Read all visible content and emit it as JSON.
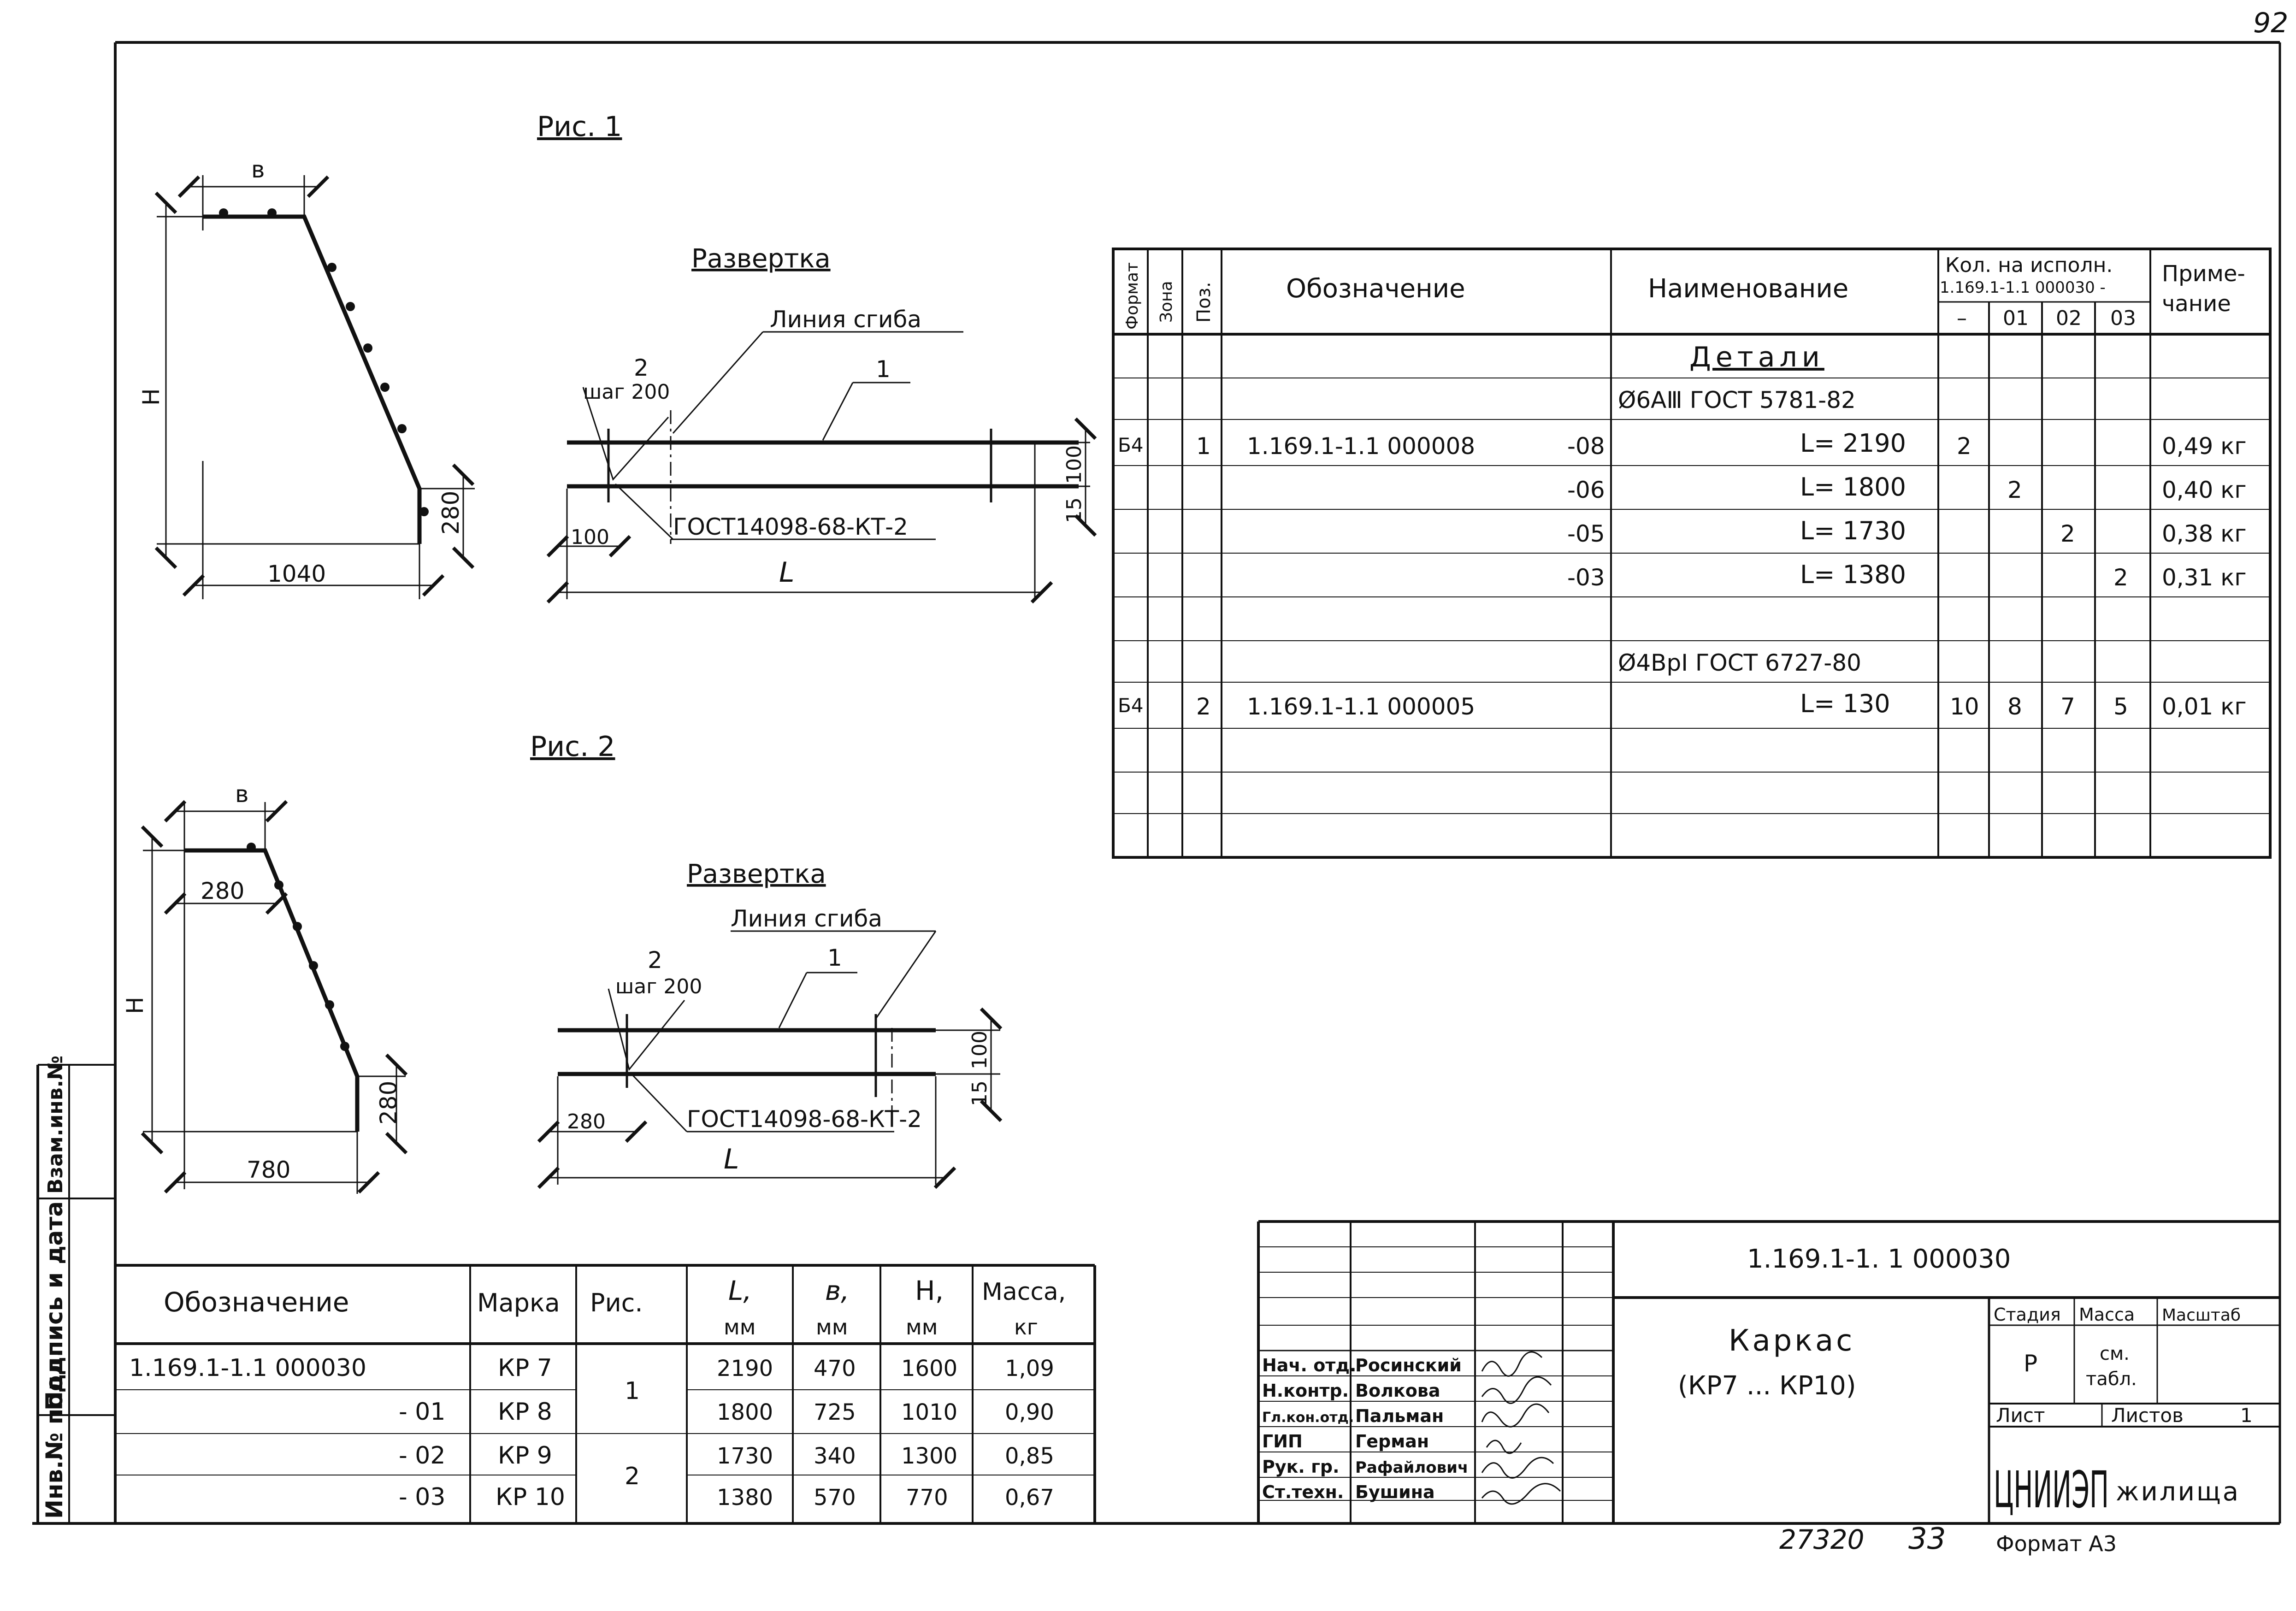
{
  "page_number": "92",
  "fig1": {
    "title": "Рис. 1",
    "dim_b": "в",
    "dim_H": "Н",
    "dim_1040": "1040",
    "dim_280": "280",
    "unfold_title": "Развертка",
    "bend_line": "Линия сгиба",
    "pos2": "2",
    "step": "шаг 200",
    "pos1": "1",
    "dim_100_left": "100",
    "dim_100_right": "100",
    "dim_15": "15",
    "gost": "ГОСТ14098-68-КТ-2",
    "dim_L": "L"
  },
  "fig2": {
    "title": "Рис. 2",
    "dim_b": "в",
    "dim_H": "Н",
    "dim_280_top": "280",
    "dim_780": "780",
    "dim_280_right": "280",
    "unfold_title": "Развертка",
    "bend_line": "Линия сгиба",
    "pos2": "2",
    "step": "шаг 200",
    "pos1": "1",
    "dim_280_left": "280",
    "dim_100_right": "100",
    "dim_15": "15",
    "gost": "ГОСТ14098-68-КТ-2",
    "dim_L": "L"
  },
  "spec": {
    "headers": {
      "format": "Формат",
      "zone": "Зона",
      "pos": "Поз.",
      "designation": "Обозначение",
      "name": "Наименование",
      "qty_line1": "Кол. на исполн.",
      "qty_line2": "1.169.1-1.1 000030 -",
      "qty_cols": [
        "–",
        "01",
        "02",
        "03"
      ],
      "note_line1": "Приме-",
      "note_line2": "чание"
    },
    "section_title": "Детали",
    "material1": "Ø6АⅢ ГОСТ 5781-82",
    "material2": "Ø4ВрI ГОСТ 6727-80",
    "rows": [
      {
        "format": "Б4",
        "pos": "1",
        "designation": "1.169.1-1.1 000008",
        "suffix": "-08",
        "name": "L= 2190",
        "q0": "2",
        "q1": "",
        "q2": "",
        "q3": "",
        "note": "0,49 кг"
      },
      {
        "format": "",
        "pos": "",
        "designation": "",
        "suffix": "-06",
        "name": "L= 1800",
        "q0": "",
        "q1": "2",
        "q2": "",
        "q3": "",
        "note": "0,40 кг"
      },
      {
        "format": "",
        "pos": "",
        "designation": "",
        "suffix": "-05",
        "name": "L= 1730",
        "q0": "",
        "q1": "",
        "q2": "2",
        "q3": "",
        "note": "0,38 кг"
      },
      {
        "format": "",
        "pos": "",
        "designation": "",
        "suffix": "-03",
        "name": "L= 1380",
        "q0": "",
        "q1": "",
        "q2": "",
        "q3": "2",
        "note": "0,31 кг"
      },
      {
        "format": "Б4",
        "pos": "2",
        "designation": "1.169.1-1.1 000005",
        "suffix": "",
        "name": "L= 130",
        "q0": "10",
        "q1": "8",
        "q2": "7",
        "q3": "5",
        "note": "0,01 кг"
      }
    ]
  },
  "marks": {
    "headers": {
      "designation": "Обозначение",
      "mark": "Марка",
      "fig": "Рис.",
      "L": "L,",
      "b": "в,",
      "H": "Н,",
      "mass": "Масса,",
      "mm": "мм",
      "kg": "кг"
    },
    "rows": [
      {
        "designation": "1.169.1-1.1 000030",
        "mark": "КР 7",
        "L": "2190",
        "b": "470",
        "H": "1600",
        "mass": "1,09"
      },
      {
        "designation": "- 01",
        "mark": "КР 8",
        "L": "1800",
        "b": "725",
        "H": "1010",
        "mass": "0,90"
      },
      {
        "designation": "- 02",
        "mark": "КР 9",
        "L": "1730",
        "b": "340",
        "H": "1300",
        "mass": "0,85"
      },
      {
        "designation": "- 03",
        "mark": "КР 10",
        "L": "1380",
        "b": "570",
        "H": "770",
        "mass": "0,67"
      }
    ],
    "fig_group1": "1",
    "fig_group2": "2"
  },
  "side_stamp": {
    "inv_podl": "Инв.№ подл.",
    "sign_date": "Подпись и дата",
    "vzam_inv": "Взам.инв.№"
  },
  "title_block": {
    "doc_number": "1.169.1-1. 1 000030",
    "title": "Каркас",
    "subtitle": "(КР7 ... КР10)",
    "stage_h": "Стадия",
    "mass_h": "Масса",
    "scale_h": "Масштаб",
    "stage": "Р",
    "mass_line1": "см.",
    "mass_line2": "табл.",
    "sheet_label": "Лист",
    "sheets_label": "Листов",
    "sheets_count": "1",
    "org": "ЦНИИЭП",
    "org_suffix": "жилища",
    "roles": [
      {
        "role": "Нач. отд.",
        "name": "Росинский"
      },
      {
        "role": "Н.контр.",
        "name": "Волкова"
      },
      {
        "role": "Гл.кон.отд.",
        "name": "Пальман"
      },
      {
        "role": "ГИП",
        "name": "Герман"
      },
      {
        "role": "Рук. гр.",
        "name": "Рафайлович"
      },
      {
        "role": "Ст.техн.",
        "name": "Бушина"
      }
    ]
  },
  "footer": {
    "code": "27320",
    "page": "33",
    "format": "Формат А3"
  }
}
